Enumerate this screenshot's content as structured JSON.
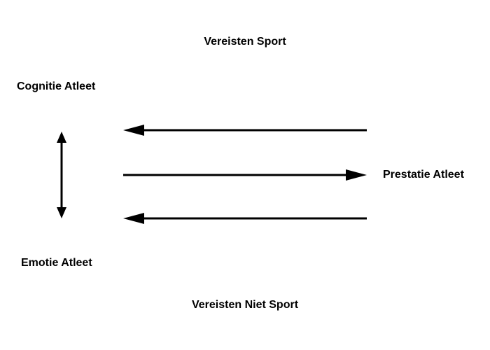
{
  "diagram": {
    "labels": {
      "top": "Vereisten Sport",
      "cognition": "Cognitie Atleet",
      "performance": "Prestatie Atleet",
      "emotion": "Emotie Atleet",
      "bottom": "Vereisten Niet Sport"
    },
    "arrows": [
      {
        "name": "upper-arrow-left",
        "direction": "left"
      },
      {
        "name": "middle-arrow-right",
        "direction": "right"
      },
      {
        "name": "lower-arrow-left",
        "direction": "left"
      },
      {
        "name": "vertical-double-arrow",
        "direction": "up-down"
      }
    ],
    "colors": {
      "stroke": "#000000",
      "background": "#ffffff"
    }
  }
}
